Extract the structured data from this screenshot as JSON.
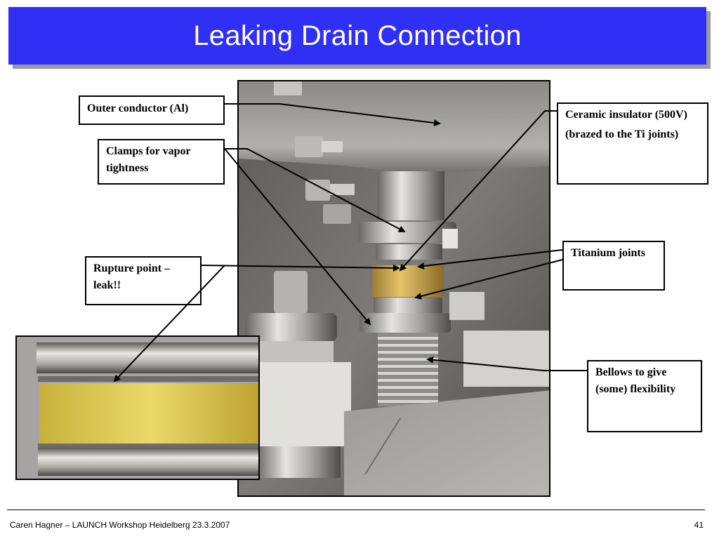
{
  "slide": {
    "title": "Leaking Drain Connection",
    "footer_text": "Caren Hagner – LAUNCH Workshop Heidelberg 23.3.2007",
    "page_number": "41"
  },
  "labels": {
    "outer_conductor": "Outer conductor (Al)",
    "clamps": "Clamps for vapor tightness",
    "rupture": "Rupture point – leak!!",
    "ceramic_line1": "Ceramic insulator (500V)",
    "ceramic_line2": "(brazed to the Ti joints)",
    "titanium": "Titanium joints",
    "bellows": "Bellows to give (some) flexibility"
  },
  "colors": {
    "title_bar": "#2f2ff5",
    "title_text": "#ffffff",
    "ceramic": "#d9b24a"
  }
}
